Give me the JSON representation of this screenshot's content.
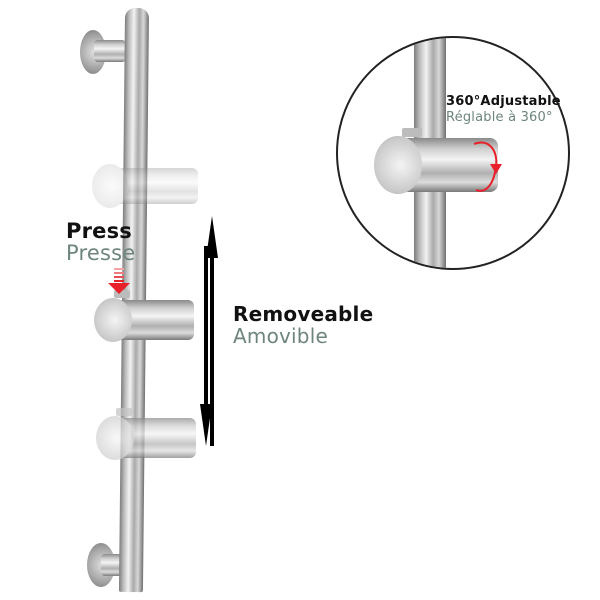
{
  "product": {
    "name": "shower slide bar",
    "colors": {
      "background": "#ffffff",
      "steel_light": "#f2f2f2",
      "steel_dark": "#707070",
      "arrow_red": "#e8202a",
      "label_english": "#111111",
      "label_french": "#6d857b",
      "arrow_black": "#000000",
      "circle_outline": "#222222"
    }
  },
  "labels": {
    "press": {
      "en": "Press",
      "fr": "Presse"
    },
    "removeable": {
      "en": "Removeable",
      "fr": "Amovible"
    },
    "adjustable": {
      "en": "360°Adjustable",
      "fr": "Réglable à 360°"
    }
  },
  "icons": {
    "press_arrow": "red-down-arrow",
    "slide_arrow": "black-double-vertical-arrow",
    "rotate_arrow": "red-rotation-arrow"
  }
}
